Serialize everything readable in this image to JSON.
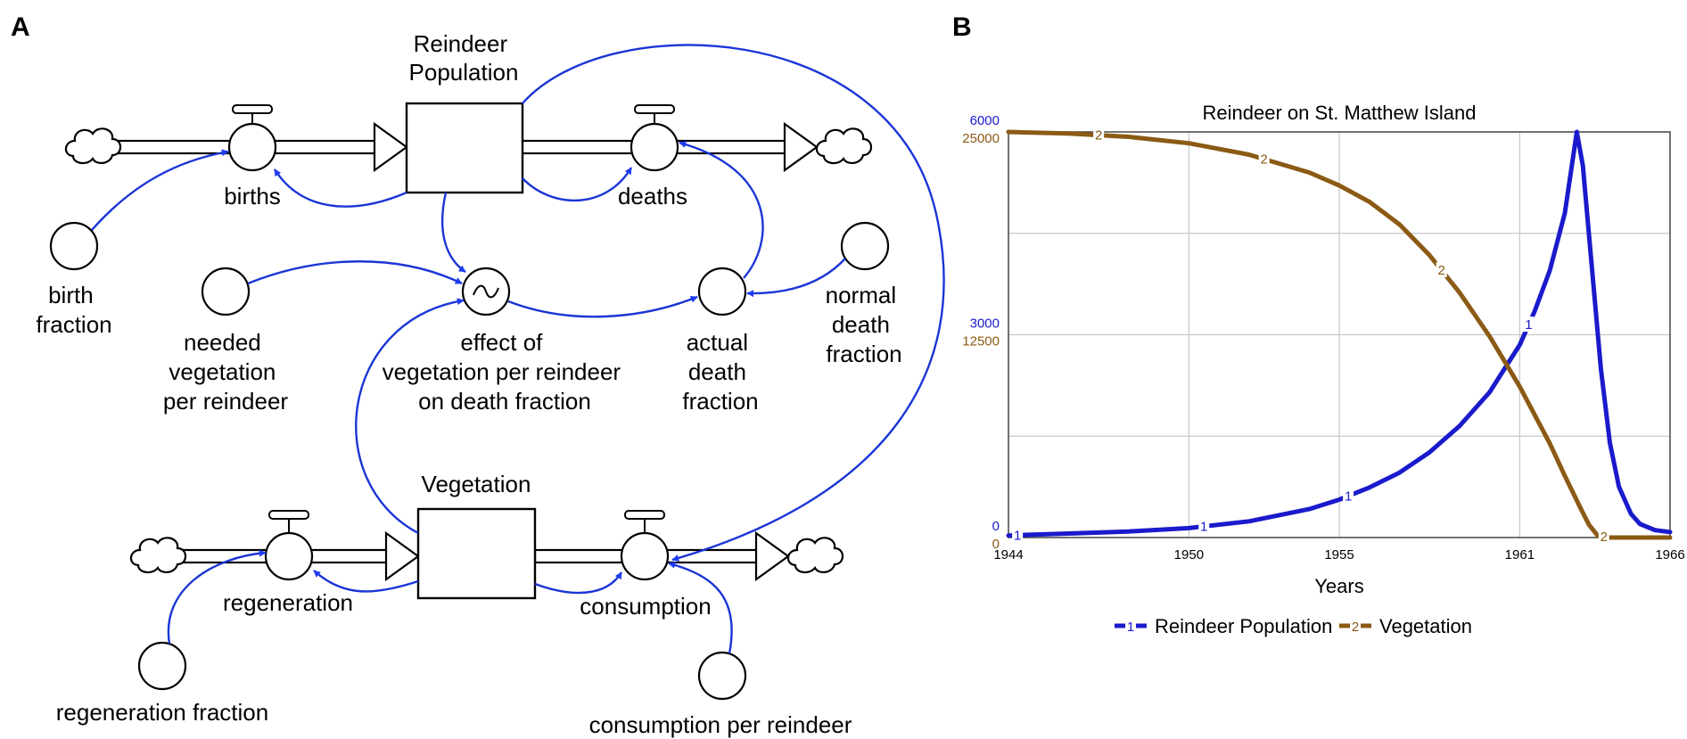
{
  "panel_a": {
    "letter": "A",
    "stocks": {
      "reindeer_population": [
        "Reindeer",
        "Population"
      ],
      "vegetation": [
        "Vegetation"
      ]
    },
    "flows": {
      "births": "births",
      "deaths": "deaths",
      "regeneration": "regeneration",
      "consumption": "consumption"
    },
    "auxiliaries": {
      "birth_fraction": [
        "birth",
        "fraction"
      ],
      "needed_vegetation": [
        "needed",
        "vegetation",
        "per reindeer"
      ],
      "effect_of_vegetation": [
        "effect of",
        "vegetation per reindeer",
        "on death fraction"
      ],
      "actual_death_fraction": [
        "actual",
        "death",
        "fraction"
      ],
      "normal_death_fraction": [
        "normal",
        "death",
        "fraction"
      ],
      "regeneration_fraction": "regeneration fraction",
      "consumption_per_reindeer": "consumption per reindeer"
    },
    "colors": {
      "link": "#1a36d6",
      "arrowhead": "#1f3cf0"
    }
  },
  "panel_b": {
    "letter": "B",
    "chart_data": {
      "type": "line",
      "title": "Reindeer on St. Matthew Island",
      "xlabel": "Years",
      "x_ticks": [
        "1944",
        "1950",
        "1955",
        "1961",
        "1966"
      ],
      "xlim": [
        1944,
        1966
      ],
      "y_axes": [
        {
          "series": "Reindeer Population",
          "ylim": [
            0,
            6000
          ],
          "tick_labels": [
            "0",
            "3000",
            "6000"
          ],
          "color": "#1a1acc"
        },
        {
          "series": "Vegetation",
          "ylim": [
            0,
            25000
          ],
          "tick_labels": [
            "0",
            "12500",
            "25000"
          ],
          "color": "#8b5a14"
        }
      ],
      "grid": true,
      "legend_position": "bottom",
      "series": [
        {
          "name": "Reindeer Population",
          "marker": "1",
          "color": "#1a1acc",
          "x": [
            1944,
            1946,
            1948,
            1950,
            1952,
            1954,
            1955,
            1956,
            1957,
            1958,
            1959,
            1960,
            1961,
            1961.5,
            1962,
            1962.5,
            1962.9,
            1963.1,
            1963.4,
            1963.7,
            1964,
            1964.3,
            1964.7,
            1965,
            1965.5,
            1966
          ],
          "values": [
            30,
            60,
            90,
            140,
            240,
            420,
            560,
            740,
            960,
            1260,
            1650,
            2150,
            2850,
            3350,
            3950,
            4800,
            6000,
            5500,
            4000,
            2500,
            1400,
            750,
            350,
            200,
            110,
            80
          ]
        },
        {
          "name": "Vegetation",
          "marker": "2",
          "color": "#8b5a14",
          "x": [
            1944,
            1946,
            1948,
            1950,
            1952,
            1954,
            1955,
            1956,
            1957,
            1958,
            1959,
            1960,
            1961,
            1962,
            1962.5,
            1963,
            1963.3,
            1963.6,
            1964,
            1966
          ],
          "values": [
            25000,
            24900,
            24700,
            24300,
            23600,
            22500,
            21700,
            20700,
            19300,
            17400,
            15100,
            12400,
            9300,
            5800,
            3800,
            1900,
            800,
            100,
            0,
            0
          ]
        }
      ],
      "series_markers": [
        {
          "series": 0,
          "x": [
            1944.3,
            1950.5,
            1955.3,
            1961.3
          ]
        },
        {
          "series": 1,
          "x": [
            1947,
            1952.5,
            1958.4,
            1963.8
          ]
        }
      ]
    }
  }
}
